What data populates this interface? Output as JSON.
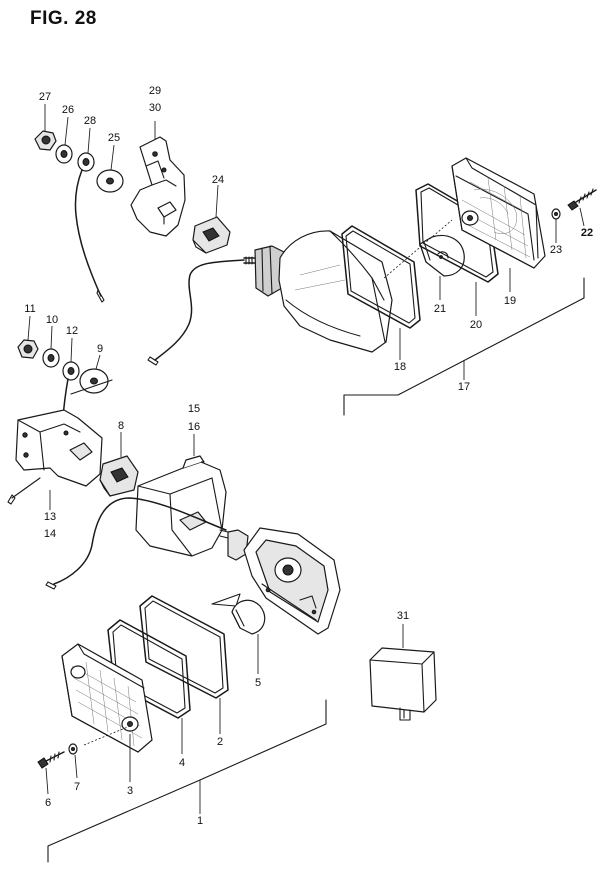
{
  "figure": {
    "title": "FIG. 28"
  },
  "callouts": {
    "c1": "1",
    "c2": "2",
    "c3": "3",
    "c4": "4",
    "c5": "5",
    "c6": "6",
    "c7": "7",
    "c8": "8",
    "c9": "9",
    "c10": "10",
    "c11": "11",
    "c12": "12",
    "c13": "13",
    "c14": "14",
    "c15": "15",
    "c16": "16",
    "c17": "17",
    "c18": "18",
    "c19": "19",
    "c20": "20",
    "c21": "21",
    "c22": "22",
    "c23": "23",
    "c24": "24",
    "c25": "25",
    "c26": "26",
    "c27": "27",
    "c28": "28",
    "c29": "29",
    "c30": "30",
    "c31": "31"
  }
}
